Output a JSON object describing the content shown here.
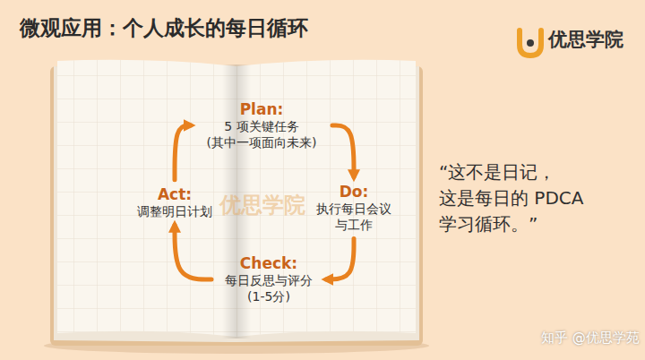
{
  "diagram": {
    "title": "微观应用：个人成长的每日循环",
    "nodes": [
      {
        "text": [
          "Plan:",
          "5 项关键任务 (其中一项面向未来)"
        ]
      },
      {
        "text": [
          "Do:",
          "执行每日会议 与工作"
        ]
      },
      {
        "text": [
          "Check:",
          "每日反思与评分 (1-5分)"
        ]
      },
      {
        "text": [
          "Act:",
          "调整明日计划"
        ]
      }
    ],
    "edges": [
      {
        "from": 0,
        "to": 1,
        "arrow": "to"
      },
      {
        "from": 1,
        "to": 2,
        "arrow": "to"
      },
      {
        "from": 2,
        "to": 3,
        "arrow": "to"
      },
      {
        "from": 3,
        "to": 0,
        "arrow": "to"
      }
    ],
    "labels": [
      "优思学院",
      "优思学院",
      "“这不是日记， 这是每日的 PDCA 学习循环。”",
      "知乎 @优思学苑"
    ]
  }
}
